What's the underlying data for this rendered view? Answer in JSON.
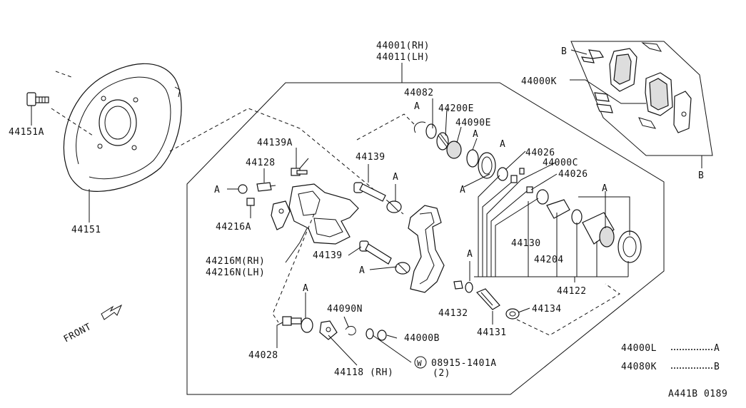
{
  "labels": {
    "assembly_rh": "44001(RH)",
    "assembly_lh": "44011(LH)",
    "p44082": "44082",
    "p44200e": "44200E",
    "p44090e": "44090E",
    "p44000k": "44000K",
    "p44151a": "44151A",
    "p44151": "44151",
    "p44139a": "44139A",
    "p44128": "44128",
    "p44139_top": "44139",
    "p44026_a": "44026",
    "p44000c": "44000C",
    "p44026_b": "44026",
    "p44216a": "44216A",
    "p44216m": "44216M(RH)",
    "p44216n": "44216N(LH)",
    "p44139_bot": "44139",
    "p44130": "44130",
    "p44204": "44204",
    "p44122": "44122",
    "p44132": "44132",
    "p44134": "44134",
    "p44131": "44131",
    "p44090n": "44090N",
    "p44000b": "44000B",
    "p44028": "44028",
    "p44118": "44118 (RH)",
    "washer_symbol": "W",
    "p08915": "08915-1401A",
    "p08915_qty": "(2)",
    "front": "FRONT",
    "ref_a": "A",
    "ref_b": "B",
    "legend_a_part": "44000L",
    "legend_a_ref": "A",
    "legend_b_part": "44080K",
    "legend_b_ref": "B",
    "diagram_code": "A441B 0189"
  }
}
